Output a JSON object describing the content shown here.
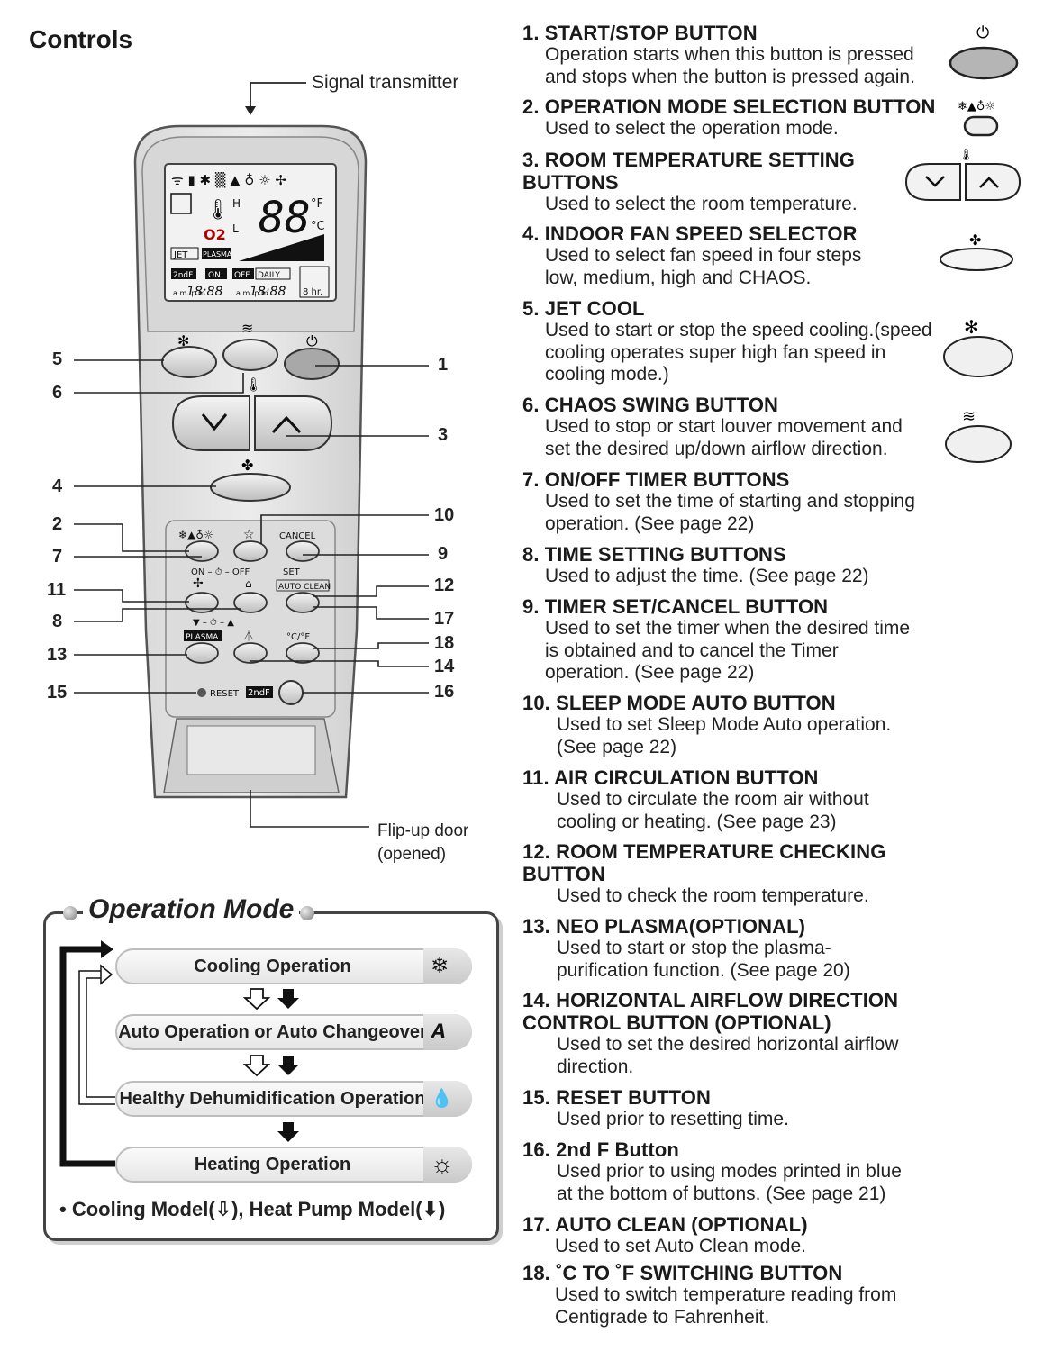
{
  "page": {
    "title": "Controls",
    "signal_label": "Signal transmitter",
    "door_label_1": "Flip-up door",
    "door_label_2": "(opened)"
  },
  "remote": {
    "display": {
      "digits": "88",
      "unit_f": "°F",
      "unit_c": "°C",
      "o2": "O2",
      "jet": "JET",
      "plasma": "PLASMA",
      "second_f": "2ndF",
      "on": "ON",
      "off": "OFF",
      "daily": "DAILY",
      "am_pm": "a.m. p.m.",
      "time": "18:88",
      "hours": "8 hr."
    },
    "button_labels": {
      "cancel": "CANCEL",
      "set": "SET",
      "on_off": "ON – ⏱ – OFF",
      "auto_clean": "AUTO CLEAN",
      "plasma": "PLASMA",
      "cf": "°C/°F",
      "reset": "RESET",
      "second_f": "2ndF",
      "down_up": "▼ – ⏱ – ▲"
    },
    "callouts": [
      "5",
      "6",
      "4",
      "2",
      "7",
      "11",
      "8",
      "13",
      "15",
      "1",
      "3",
      "10",
      "9",
      "12",
      "17",
      "18",
      "14",
      "16"
    ]
  },
  "items": [
    {
      "title": "1. START/STOP BUTTON",
      "desc": "Operation starts when this button is pressed\nand stops when the button is pressed again."
    },
    {
      "title": "2. OPERATION MODE SELECTION BUTTON",
      "desc": "Used to select the operation mode."
    },
    {
      "title": "3. ROOM TEMPERATURE SETTING\n    BUTTONS",
      "desc": "Used to select the room temperature."
    },
    {
      "title": "4. INDOOR FAN SPEED SELECTOR",
      "desc": "Used to select fan speed in four steps\nlow, medium, high and CHAOS."
    },
    {
      "title": "5. JET COOL",
      "desc": "Used to start or stop the speed cooling.(speed\ncooling operates super high fan speed in\ncooling mode.)"
    },
    {
      "title": "6. CHAOS SWING BUTTON",
      "desc": "Used to stop or start louver movement and\nset the desired up/down airflow direction."
    },
    {
      "title": "7. ON/OFF TIMER BUTTONS",
      "desc": "Used to set the time of starting and stopping\noperation. (See page 22)"
    },
    {
      "title": "8. TIME SETTING BUTTONS",
      "desc": "Used to adjust the time. (See page 22)"
    },
    {
      "title": "9. TIMER SET/CANCEL BUTTON",
      "desc": "Used to set the timer when the desired time\nis obtained and to cancel the Timer\noperation. (See page 22)"
    },
    {
      "title": "10. SLEEP MODE AUTO BUTTON",
      "desc": "Used to set Sleep Mode Auto operation.\n(See page 22)"
    },
    {
      "title": "11. AIR CIRCULATION BUTTON",
      "desc": "Used to circulate the room air without\ncooling or heating. (See page 23)"
    },
    {
      "title": "12. ROOM TEMPERATURE CHECKING\n      BUTTON",
      "desc": "Used to check the room temperature."
    },
    {
      "title": "13. NEO PLASMA(OPTIONAL)",
      "desc": "Used to start or stop the plasma-\npurification function. (See page 20)"
    },
    {
      "title": "14. HORIZONTAL AIRFLOW DIRECTION\n      CONTROL BUTTON (OPTIONAL)",
      "desc": "Used to set the desired horizontal airflow\ndirection."
    },
    {
      "title": "15. RESET BUTTON",
      "desc": "Used prior to resetting time."
    },
    {
      "title": "16. 2nd F Button",
      "desc": "Used prior to using modes printed in blue\nat the bottom of buttons. (See page 21)"
    },
    {
      "title": "17. AUTO CLEAN (OPTIONAL)",
      "desc": "Used to set Auto Clean mode."
    },
    {
      "title": "18. ˚C TO ˚F SWITCHING BUTTON",
      "desc": "Used to switch temperature reading from\nCentigrade to Fahrenheit."
    }
  ],
  "operation_mode": {
    "title": "Operation Mode",
    "modes": [
      {
        "label": "Cooling Operation",
        "icon": "snowflake-icon",
        "glyph": "❄"
      },
      {
        "label": "Auto Operation or Auto Changeover",
        "icon": "auto-a-icon",
        "glyph": "A"
      },
      {
        "label": "Healthy Dehumidification Operation",
        "icon": "droplet-icon",
        "glyph": "💧"
      },
      {
        "label": "Heating Operation",
        "icon": "sun-icon",
        "glyph": "☼"
      }
    ],
    "footnote": "• Cooling Model(⇩), Heat Pump Model(⬇)"
  }
}
